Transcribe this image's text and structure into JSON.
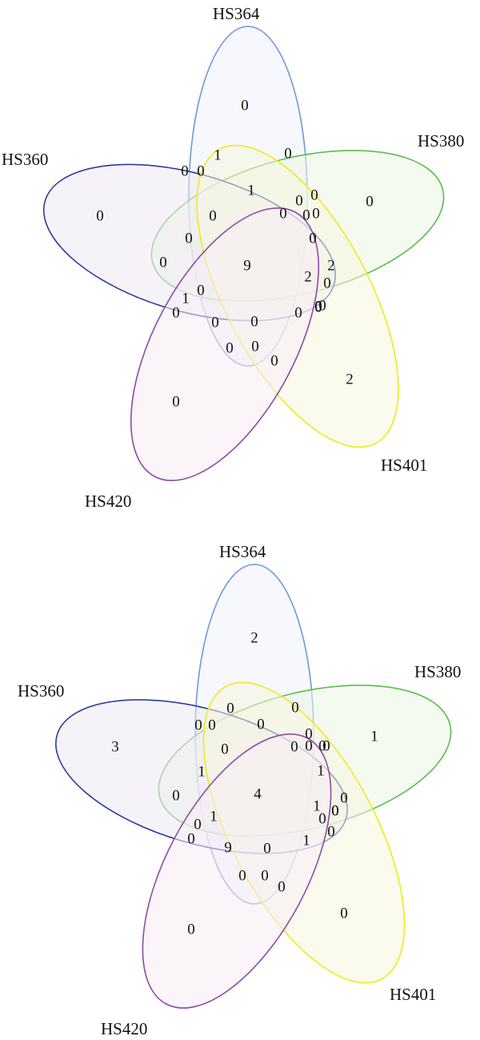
{
  "colors": {
    "HS364": "#6d9bd6",
    "HS380": "#5cbd4c",
    "HS360": "#2b3f9a",
    "HS401": "#ecec1c",
    "HS420": "#8f4aa6"
  },
  "fills": {
    "HS364": "#eef3fb",
    "HS380": "#edf6e6",
    "HS360": "#eceaf3",
    "HS401": "#f6f6df",
    "HS420": "#f8edf6"
  },
  "diagrams": [
    {
      "labels": {
        "HS364": "HS364",
        "HS380": "HS380",
        "HS360": "HS360",
        "HS401": "HS401",
        "HS420": "HS420"
      },
      "counts": [
        "0",
        "0",
        "0",
        "2",
        "0",
        "1",
        "0",
        "0",
        "0",
        "0",
        "1",
        "0",
        "0",
        "0",
        "0",
        "0",
        "0",
        "0",
        "9",
        "2",
        "2",
        "0",
        "0",
        "1",
        "0",
        "0",
        "0",
        "0",
        "0",
        "0",
        "0",
        "0",
        "0",
        "0",
        "0"
      ]
    },
    {
      "labels": {
        "HS364": "HS364",
        "HS380": "HS380",
        "HS360": "HS360",
        "HS401": "HS401",
        "HS420": "HS420"
      },
      "counts": [
        "2",
        "1",
        "3",
        "0",
        "0",
        "0",
        "0",
        "0",
        "0",
        "0",
        "0",
        "0",
        "0",
        "0",
        "0",
        "1",
        "1",
        "0",
        "4",
        "1",
        "0",
        "0",
        "0",
        "1",
        "0",
        "9",
        "0",
        "1",
        "0",
        "0",
        "0",
        "0",
        "0",
        "0",
        "0"
      ]
    }
  ]
}
